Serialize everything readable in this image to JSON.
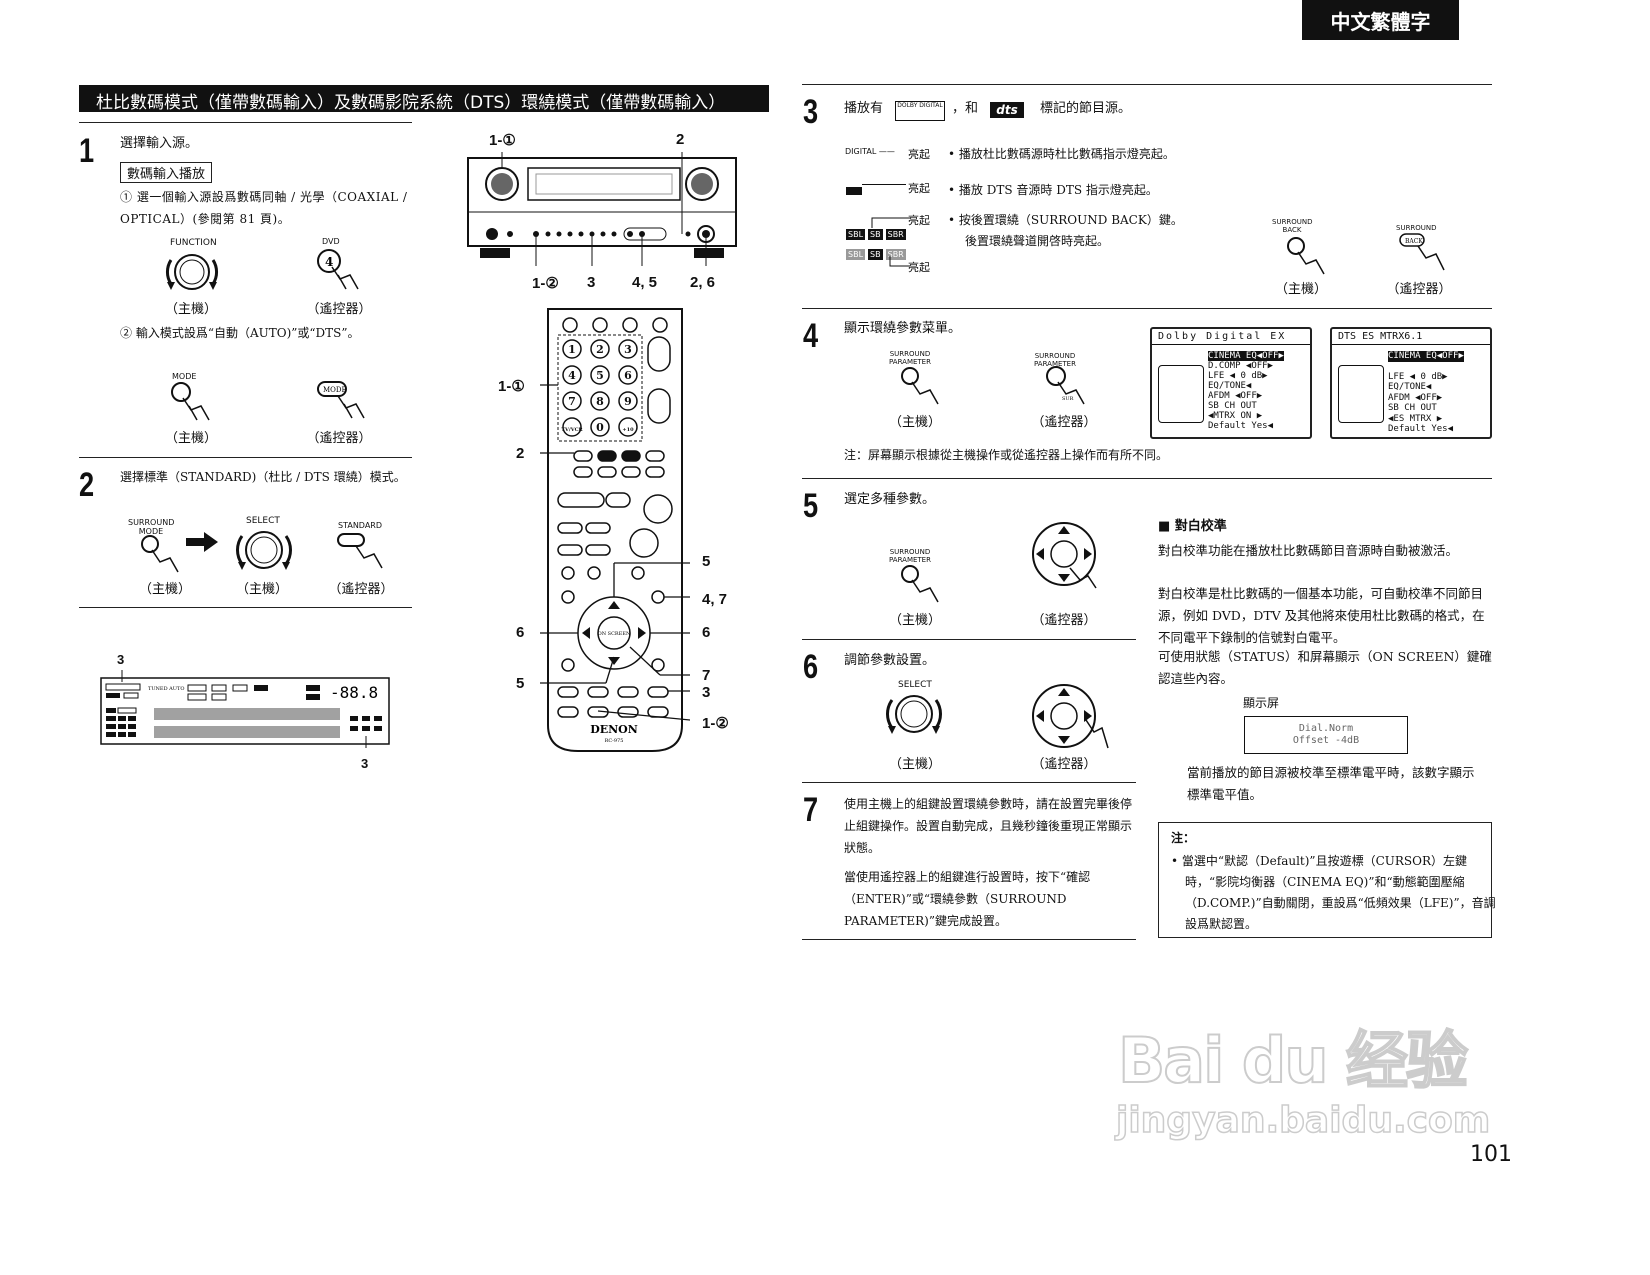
{
  "lang_tab": "中文繁體字",
  "page_number": "101",
  "section_title": "杜比數碼模式（僅帶數碼輸入）及數碼影院系統（DTS）環繞模式（僅帶數碼輸入）",
  "captions": {
    "main_unit": "（主機）",
    "remote": "（遙控器）"
  },
  "step1": {
    "num": "1",
    "title": "選擇輸入源。",
    "tag": "數碼輸入播放",
    "item1": "① 選一個輸入源設爲數碼同軸 / 光學（COAXIAL / OPTICAL）(參閱第 81 頁)。",
    "item2": "② 輸入模式設爲“自動（AUTO)”或“DTS”。",
    "function_label": "FUNCTION",
    "dvd_label": "DVD",
    "dvd_key": "4",
    "mode_label": "MODE",
    "mode_key": "MODE"
  },
  "step2": {
    "num": "2",
    "title": "選擇標準（STANDARD)（杜比 / DTS 環繞）模式。",
    "surround_mode_label": "SURROUND MODE",
    "select_label": "SELECT",
    "standard_label": "STANDARD"
  },
  "step3": {
    "num": "3",
    "title_pre": "播放有",
    "title_mid": "，和",
    "title_post": "標記的節目源。",
    "dolby_logo": "DOLBY DIGITAL",
    "dts_logo": "dts",
    "lit": "亮起",
    "dolby_indicator": "DIGITAL",
    "bullet1": "播放杜比數碼源時杜比數碼指示燈亮起。",
    "bullet2": "播放 DTS 音源時 DTS 指示燈亮起。",
    "bullet3a": "按後置環繞（SURROUND BACK）鍵。",
    "bullet3b": "後置環繞聲道開啓時亮起。",
    "sb_keys": [
      "SBL",
      "SB",
      "SBR"
    ],
    "surround_back_label": "SURROUND BACK",
    "back_key": "BACK"
  },
  "step4": {
    "num": "4",
    "title": "顯示環繞參數菜單。",
    "surround_parameter_label": "SURROUND PARAMETER",
    "remote_key": "SUR",
    "note": "注：屏幕顯示根據從主機操作或從遙控器上操作而有所不同。",
    "osd1": {
      "title": "Dolby Digital EX",
      "rows": [
        "CINEMA EQ◀OFF▶",
        "D.COMP  ◀OFF▶",
        "LFE ◀      0 dB▶",
        "EQ/TONE◀",
        "AFDM ◀OFF▶",
        "SB CH OUT",
        "◀MTRX ON      ▶"
      ],
      "footer": "Default   Yes◀"
    },
    "osd2": {
      "title": "DTS ES MTRX6.1",
      "rows": [
        "CINEMA EQ◀OFF▶",
        "LFE ◀      0 dB▶",
        "EQ/TONE◀",
        "AFDM ◀OFF▶",
        "SB CH OUT",
        "◀ES MTRX      ▶"
      ],
      "footer": "Default   Yes◀"
    }
  },
  "step5": {
    "num": "5",
    "title": "選定多種參數。",
    "surround_parameter_label": "SURROUND PARAMETER"
  },
  "step6": {
    "num": "6",
    "title": "調節參數設置。",
    "select_label": "SELECT"
  },
  "step7": {
    "num": "7",
    "para1": "使用主機上的組鍵設置環繞參數時，請在設置完畢後停止組鍵操作。設置自動完成，且幾秒鐘後重現正常顯示狀態。",
    "para2": "當使用遙控器上的組鍵進行設置時，按下“確認（ENTER)”或“環繞參數（SURROUND PARAMETER)”鍵完成設置。"
  },
  "dialog_norm": {
    "heading": "■ 對白校準",
    "p1": "對白校準功能在播放杜比數碼節目音源時自動被激活。",
    "p2": "對白校準是杜比數碼的一個基本功能，可自動校準不同節目源，例如 DVD，DTV 及其他將來使用杜比數碼的格式，在不同電平下錄制的信號對白電平。",
    "p3": "可使用狀態（STATUS）和屏幕顯示（ON SCREEN）鍵確認這些內容。",
    "screen_label": "顯示屏",
    "screen_line1": "Dial.Norm",
    "screen_line2": "Offset  -4dB",
    "p4": "當前播放的節目源被校準至標準電平時，該數字顯示標準電平值。",
    "note_title": "注：",
    "note_bullet": "當選中“默認（Default)”且按遊標（CURSOR）左鍵時，“影院均衡器（CINEMA EQ)”和“動態範圍壓縮（D.COMP.)”自動關閉，重設爲“低頻效果（LFE)”，音調設爲默認置。"
  },
  "diagram_labels": {
    "receiver_top": [
      "1-①",
      "2"
    ],
    "receiver_bottom": [
      "1-②",
      "3",
      "4, 5",
      "2, 6"
    ],
    "remote_left": [
      "1-①",
      "2",
      "6",
      "5"
    ],
    "remote_right": [
      "5",
      "4, 7",
      "6",
      "7",
      "3",
      "1-②"
    ],
    "remote_brand": "DENON",
    "remote_model": "RC-975",
    "remote_keys": [
      "1",
      "2",
      "3",
      "4",
      "5",
      "6",
      "7",
      "8",
      "9",
      "TV/VCR",
      "0",
      "+10"
    ],
    "display_labels": [
      "3",
      "3"
    ],
    "display_readout": "-88.8"
  },
  "watermark": {
    "main": "Bai du 经验",
    "url": "jingyan.baidu.com"
  }
}
